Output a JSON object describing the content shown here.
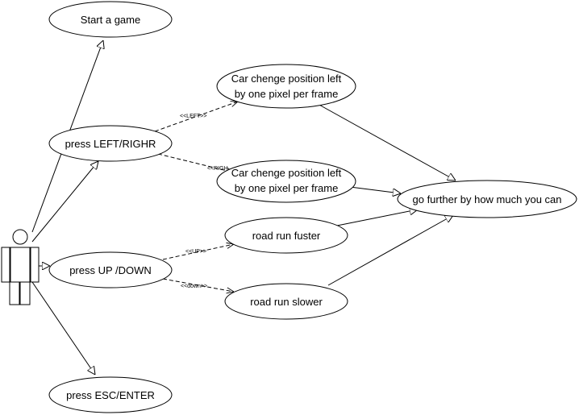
{
  "use_cases": {
    "start_game": "Start a game",
    "press_left_right": "press LEFT/RIGHR",
    "car_left_1": "Car chenge position left",
    "car_left_2": "by one pixel per frame",
    "car_right_1": "Car chenge position left",
    "car_right_2": "by one pixel per frame",
    "go_further": "go further by how much you can",
    "road_faster": "road run fuster",
    "press_up_down": "press UP /DOWN",
    "road_slower": "road run slower",
    "press_esc_enter": "press ESC/ENTER"
  },
  "stereotypes": {
    "left": "<<LEFT>>",
    "right": "<<RIGH",
    "up": "<<UP>>",
    "down": "<<down>>"
  }
}
